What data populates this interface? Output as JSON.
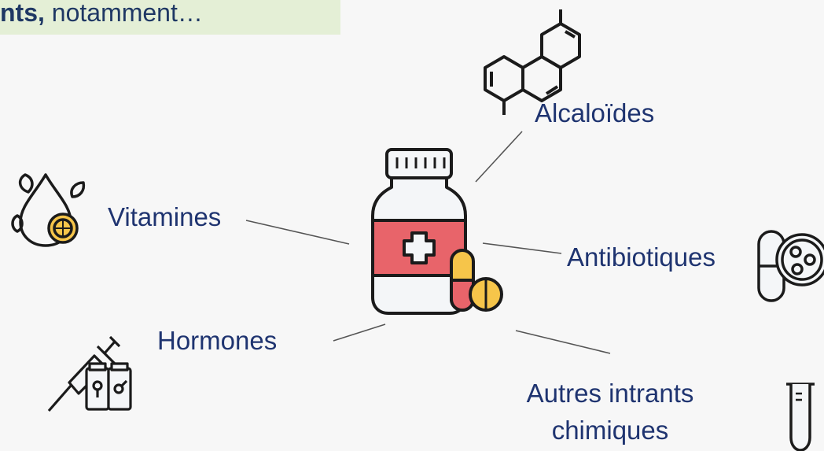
{
  "header": {
    "bold_text": "nts,",
    "rest_text": " notamment…"
  },
  "labels": {
    "alcaloides": "Alcaloïdes",
    "vitamines": "Vitamines",
    "antibiotiques": "Antibiotiques",
    "hormones": "Hormones",
    "autres_line1": "Autres intrants",
    "autres_line2": "chimiques"
  },
  "colors": {
    "text": "#1f3470",
    "header_bg": "#e4efd6",
    "bottle_red": "#e8646a",
    "bottle_white": "#f4f6f8",
    "capsule_yellow": "#f6c54a",
    "outline": "#1b1b1b"
  },
  "icons": [
    "molecule-icon",
    "drop-lemon-icon",
    "medicine-bottle-icon",
    "capsule-petri-icon",
    "syringe-vials-icon",
    "test-tube-icon"
  ]
}
